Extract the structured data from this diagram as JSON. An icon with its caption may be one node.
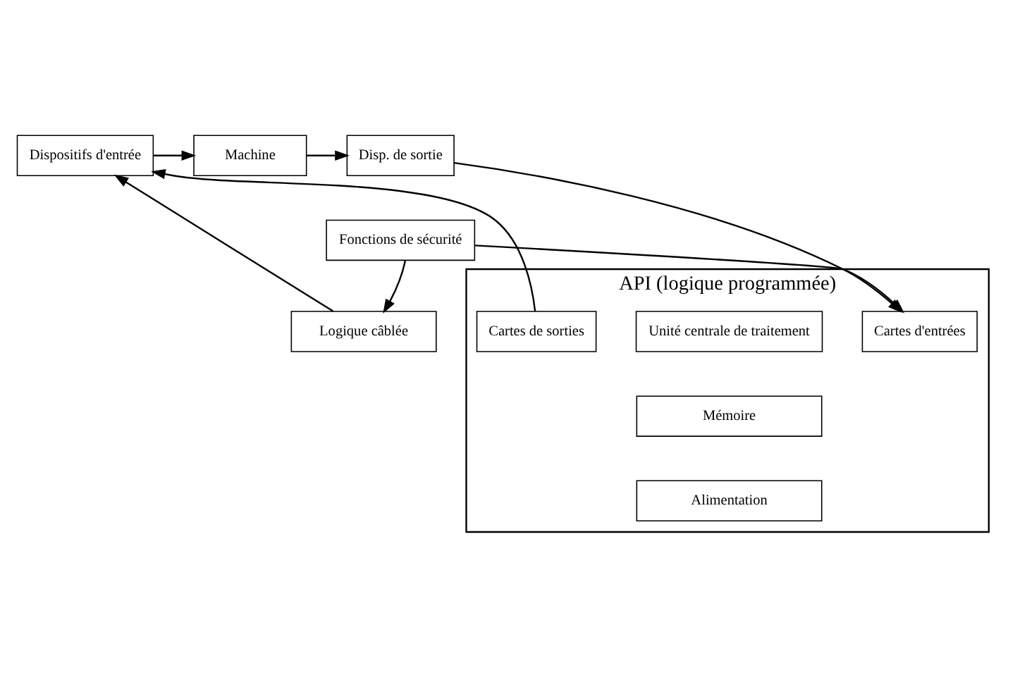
{
  "diagram": {
    "nodes": [
      {
        "text": [
          "Dispositifs d'entrée"
        ]
      },
      {
        "text": [
          "Machine"
        ]
      },
      {
        "text": [
          "Disp. de sortie"
        ]
      },
      {
        "text": [
          "Fonctions de sécurité"
        ]
      },
      {
        "text": [
          "Logique câblée"
        ]
      },
      {
        "text": [
          "API (logique programmée)"
        ]
      },
      {
        "text": [
          "Cartes de sorties"
        ],
        "in": 5
      },
      {
        "text": [
          "Unité centrale de traitement"
        ],
        "in": 5
      },
      {
        "text": [
          "Mémoire"
        ],
        "in": 5
      },
      {
        "text": [
          "Alimentation"
        ],
        "in": 5
      },
      {
        "text": [
          "Cartes d'entrées"
        ],
        "in": 5
      }
    ],
    "edges": [
      {
        "from": 0,
        "to": 1,
        "arrow": "to"
      },
      {
        "from": 1,
        "to": 2,
        "arrow": "to"
      },
      {
        "from": 2,
        "to": 10,
        "arrow": "to"
      },
      {
        "from": 3,
        "to": 10,
        "arrow": "to"
      },
      {
        "from": 3,
        "to": 4,
        "arrow": "to"
      },
      {
        "from": 4,
        "to": 0,
        "arrow": "to"
      },
      {
        "from": 6,
        "to": 0,
        "arrow": "to"
      }
    ]
  }
}
